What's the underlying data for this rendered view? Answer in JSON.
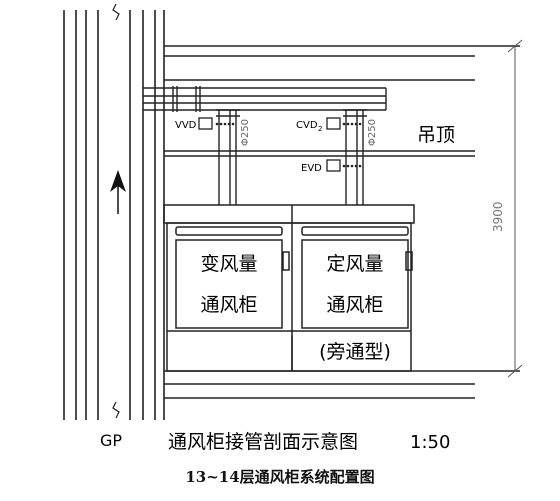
{
  "labels": {
    "ceiling": "吊顶",
    "vvd": "VVD",
    "cvd": "CVD",
    "cvd_sub": "2",
    "evd": "EVD",
    "duct_left": "Φ250",
    "duct_right": "Φ250",
    "cab_left_line1": "变风量",
    "cab_left_line2": "通风柜",
    "cab_right_line1": "定风量",
    "cab_right_line2": "通风柜",
    "cab_right_line3": "(旁通型)",
    "dimension": "3900",
    "shaft": "GP",
    "title": "通风柜接管剖面示意图",
    "scale": "1:50"
  },
  "caption": "13~14层通风柜系统配置图"
}
